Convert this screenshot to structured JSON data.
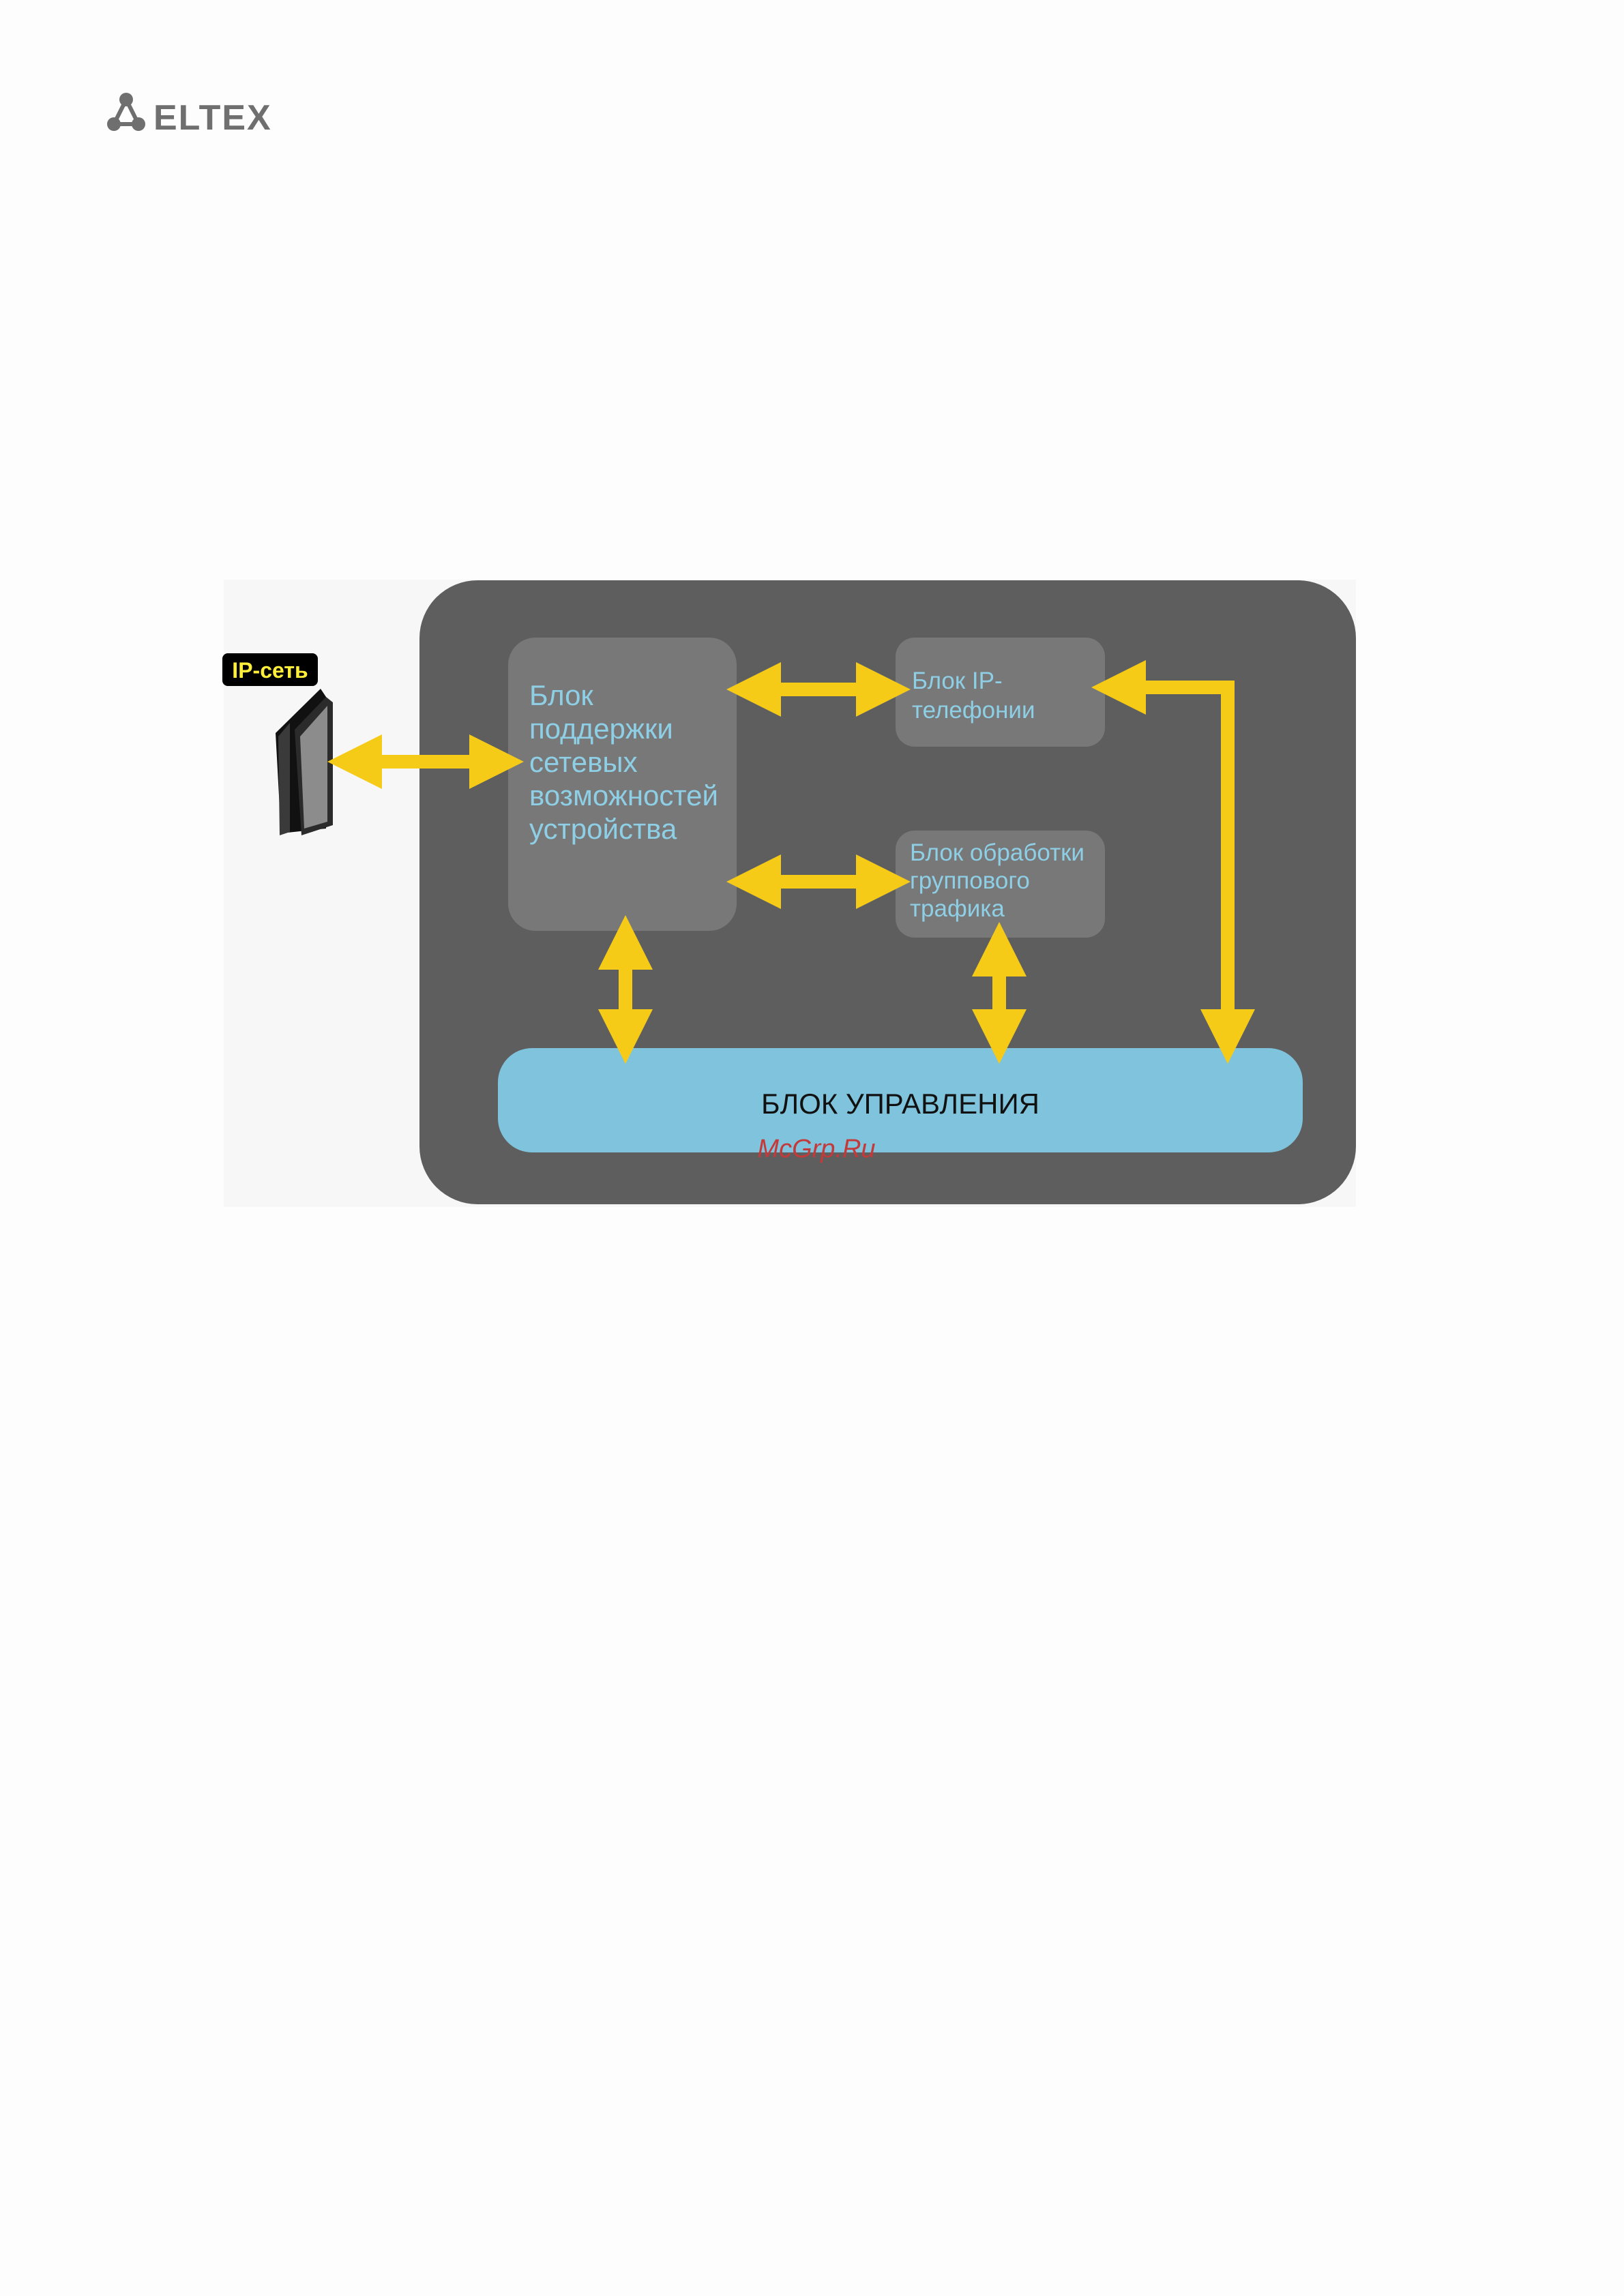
{
  "header": {
    "logo_text": "ELTEX"
  },
  "diagram": {
    "ip_network_label": "IP-сеть",
    "network_block_lines": [
      "Блок",
      "поддержки",
      "сетевых",
      "возможностей",
      "устройства"
    ],
    "telephony_block_lines": [
      "Блок IP-",
      "телефонии"
    ],
    "group_traffic_block_lines": [
      "Блок обработки",
      "группового",
      "трафика"
    ],
    "control_block_label": "БЛОК УПРАВЛЕНИЯ",
    "watermark": "McGrp.Ru"
  },
  "colors": {
    "outer_panel": "#5e5e5e",
    "inner_block": "#787878",
    "block_text": "#8ecfe6",
    "control_block": "#7fc3dc",
    "arrow": "#f5cb18",
    "ip_label_bg": "#000000",
    "ip_label_text": "#ffee3a",
    "watermark": "#c43a3a"
  }
}
